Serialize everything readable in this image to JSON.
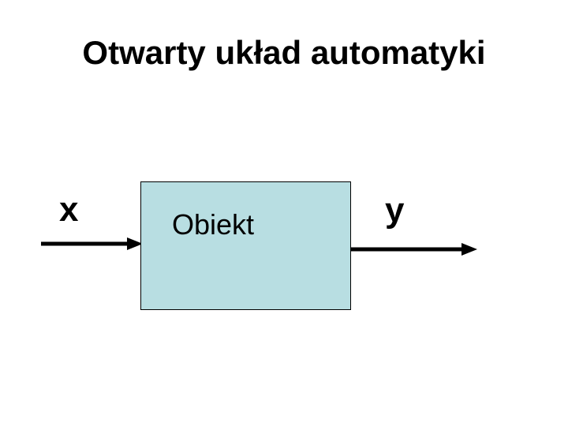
{
  "slide": {
    "title": "Otwarty układ automatyki",
    "background": "#ffffff"
  },
  "diagram": {
    "block": {
      "label": "Obiekt",
      "fill": "#b8dee2",
      "border_color": "#000000"
    },
    "input_signal": {
      "label": "x"
    },
    "output_signal": {
      "label": "y"
    },
    "arrow_color": "#000000",
    "text_color": "#000000"
  }
}
